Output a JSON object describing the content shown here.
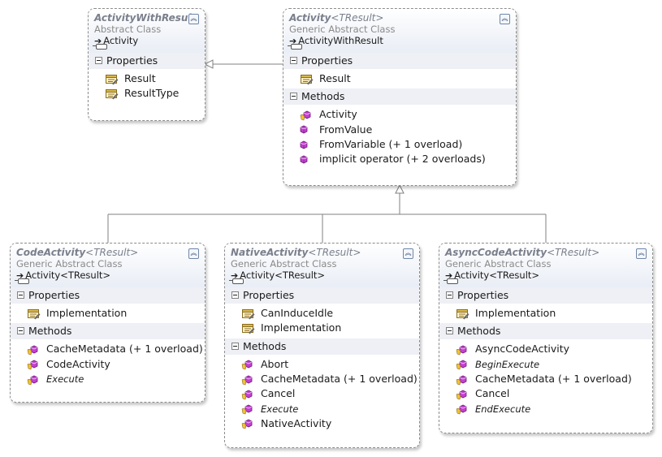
{
  "classes": {
    "activity_with_result": {
      "name": "ActivityWithResult",
      "type_param": "",
      "kind": "Abstract Class",
      "base": "Activity",
      "properties_label": "Properties",
      "properties": [
        "Result",
        "ResultType"
      ]
    },
    "activity": {
      "name": "Activity",
      "type_param": "<TResult>",
      "kind": "Generic Abstract Class",
      "base": "ActivityWithResult",
      "properties_label": "Properties",
      "properties": [
        "Result"
      ],
      "methods_label": "Methods",
      "methods": [
        "Activity",
        "FromValue",
        "FromVariable (+ 1 overload)",
        "implicit operator (+ 2 overloads)"
      ]
    },
    "code_activity": {
      "name": "CodeActivity",
      "type_param": "<TResult>",
      "kind": "Generic Abstract Class",
      "base": "Activity<TResult>",
      "properties_label": "Properties",
      "properties": [
        "Implementation"
      ],
      "methods_label": "Methods",
      "methods": [
        "CacheMetadata (+ 1 overload)",
        "CodeActivity",
        "Execute"
      ]
    },
    "native_activity": {
      "name": "NativeActivity",
      "type_param": "<TResult>",
      "kind": "Generic Abstract Class",
      "base": "Activity<TResult>",
      "properties_label": "Properties",
      "properties": [
        "CanInduceIdle",
        "Implementation"
      ],
      "methods_label": "Methods",
      "methods": [
        "Abort",
        "CacheMetadata (+ 1 overload)",
        "Cancel",
        "Execute",
        "NativeActivity"
      ]
    },
    "async_code_activity": {
      "name": "AsyncCodeActivity",
      "type_param": "<TResult>",
      "kind": "Generic Abstract Class",
      "base": "Activity<TResult>",
      "properties_label": "Properties",
      "properties": [
        "Implementation"
      ],
      "methods_label": "Methods",
      "methods": [
        "AsyncCodeActivity",
        "BeginExecute",
        "CacheMetadata (+ 1 overload)",
        "Cancel",
        "EndExecute"
      ]
    }
  },
  "icons": {
    "collapse": "double-chevron-up-icon",
    "base_arrow": "right-arrow-icon",
    "property": "property-icon",
    "method": "method-icon",
    "protected_method": "protected-method-icon",
    "section_toggle": "minus-toggle-icon"
  },
  "colors": {
    "title": "#7a7f8c",
    "method_icon": "#c43fd0",
    "section_bg": "#eef0f5",
    "inheritance_line": "#808080"
  }
}
